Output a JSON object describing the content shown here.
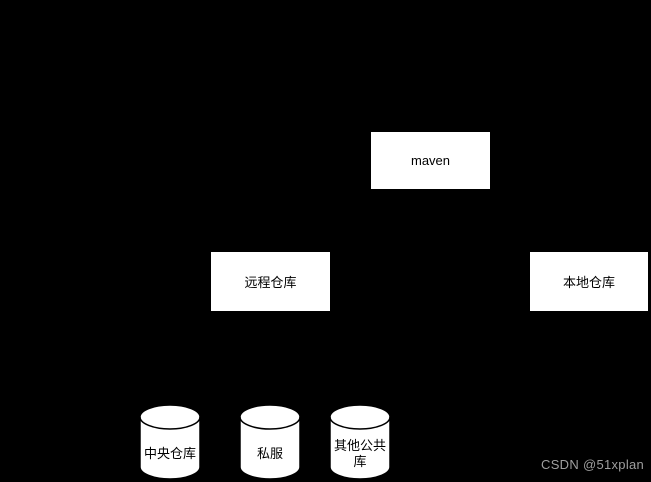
{
  "diagram": {
    "colors": {
      "background": "#000000",
      "node_fill": "#ffffff",
      "node_text": "#000000",
      "cylinder_stroke": "#000000",
      "watermark_text": "#9e9e9e"
    },
    "nodes": {
      "maven": {
        "label": "maven"
      },
      "remote_repo": {
        "label": "远程仓库"
      },
      "local_repo": {
        "label": "本地仓库"
      }
    },
    "cylinders": {
      "central_repo": {
        "label": "中央仓库"
      },
      "private_server": {
        "label": "私服"
      },
      "other_public_repo": {
        "label": "其他公共库"
      }
    },
    "watermark": {
      "text": "CSDN @51xplan"
    }
  }
}
